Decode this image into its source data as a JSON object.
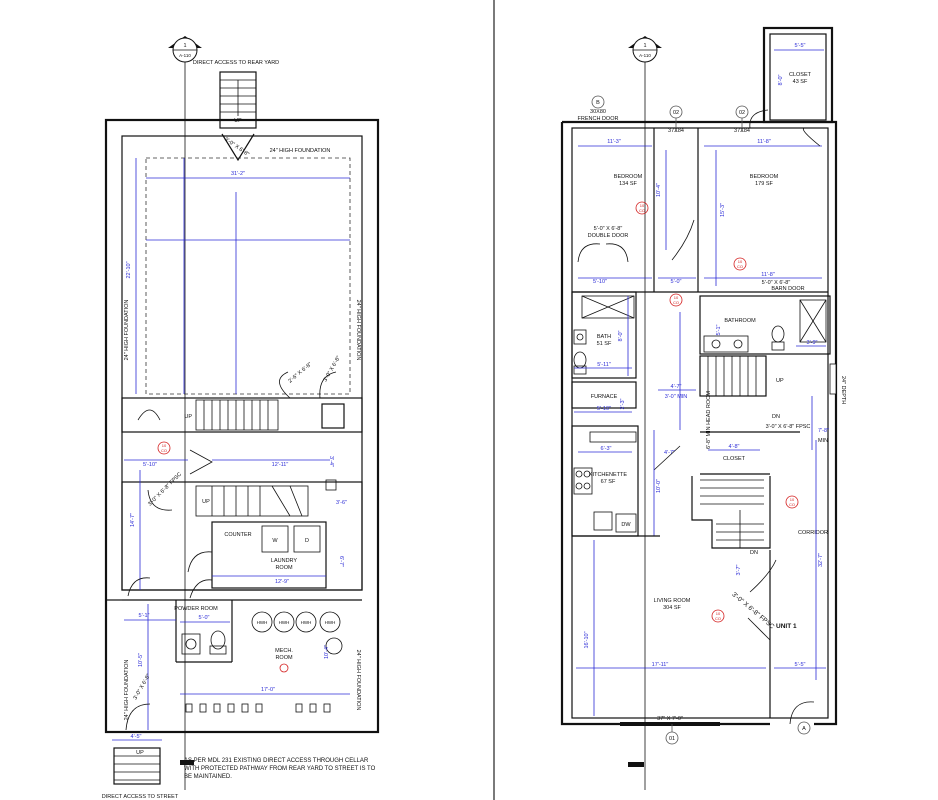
{
  "colors": {
    "line": "#111111",
    "dim": "#2b2bd6",
    "tag": "#d42020",
    "grid": "#555555"
  },
  "section_markers": {
    "left": {
      "num": "1",
      "sheet": "A-110"
    },
    "right": {
      "num": "1",
      "sheet": "A-110"
    }
  },
  "cellar": {
    "rear_access_note": "DIRECT ACCESS TO REAR YARD",
    "stair_up": "UP",
    "rear_door": "3'-0\" X 6'-8\"",
    "foundation_24": "24\" HIGH FOUNDATION",
    "dim_width": "31'-2\"",
    "dim_height": "22'-10\"",
    "side_found_left": "24\" HIGH FOUNDATION",
    "side_found_right": "24\" HIGH FOUNDATION",
    "mid_door_a": "2'-6\" X 6'-8\"",
    "mid_door_b": "3'-0\" X 6'-8\"",
    "mid_stair_up": "UP",
    "dim_5_10": "5'-10\"",
    "dim_12_11": "12'-11\"",
    "dim_3_6": "3'-6\"",
    "dim_3_4": "3'-4\"",
    "dim_14_7": "14'-7\"",
    "stair2_up": "UP",
    "stair2_door": "3'-0\" X 6'-8\" FPSC",
    "counter": "COUNTER",
    "washer": "W",
    "dryer": "D",
    "laundry_name": "LAUNDRY",
    "laundry_room": "ROOM",
    "dim_12_9": "12'-9\"",
    "dim_6_7": "6'-7\"",
    "powder_label": "POWDER ROOM",
    "dim_5_0": "5'-0\"",
    "dim_5_1": "5'-1\"",
    "dim_10_5": "10'-5\"",
    "hwh": "HWH",
    "mech_name": "MECH.",
    "mech_room": "ROOM",
    "dim_17_0": "17'-0\"",
    "dim_10_4": "10'-4\"",
    "side_found_low_left": "24\" HIGH FOUNDATION",
    "side_found_low_right": "24\" HIGH FOUNDATION",
    "front_door": "3'-0\" X 6'-8\"",
    "dim_4_5": "4'-5\"",
    "front_stair_up": "UP",
    "note_line1": "AS PER MDL 231 EXISTING DIRECT ACCESS THROUGH CELLAR",
    "note_line2": "WITH PROTECTED PATHWAY FROM REAR YARD TO STREET IS TO",
    "note_line3": "BE MAINTAINED.",
    "bottom_note": "DIRECT ACCESS TO STREET"
  },
  "first_floor": {
    "closet_dim": "5'-5\"",
    "closet_name": "CLOSET",
    "closet_area": "43 SF",
    "closet_dim_v": "8'-0\"",
    "grid_b": "B",
    "grid_02a": "02",
    "grid_02b": "02",
    "grid_01": "01",
    "grid_a": "A",
    "french_size": "30X80",
    "french_door": "FRENCH DOOR",
    "win1": "37X84",
    "win2": "37X84",
    "dim_11_3": "11'-3\"",
    "dim_11_8": "11'-8\"",
    "bed1_name": "BEDROOM",
    "bed1_area": "134 SF",
    "bed2_name": "BEDROOM",
    "bed2_area": "179 SF",
    "dim_10_4": "10'-4\"",
    "dim_15_3": "15'-3\"",
    "double_door_size": "5'-0\" X 6'-8\"",
    "double_door": "DOUBLE DOOR",
    "dim_5_10": "5'-10\"",
    "dim_5_0": "5'-0\"",
    "dim_11_8b": "11'-8\"",
    "barn_size": "5'-0\" X 6'-8\"",
    "barn_door": "BARN DOOR",
    "bath1_name": "BATH",
    "bath1_area": "51 SF",
    "dim_8_0": "8'-0\"",
    "bath2_name": "BATHROOM",
    "dim_5_1": "5'-1\"",
    "dim_5_11": "5'-11\"",
    "dim_3_9": "3'-9\"",
    "stair_up": "UP",
    "dim_2_3": "2'-3\"",
    "dim_4_7": "4'-7\"",
    "min_note": "3'-0\" MIN",
    "furnace": "FURNACE",
    "dim_5_10b": "5'-10\"",
    "headroom": "6'-8\" MIN HEAD ROOM",
    "stair_dn": "DN",
    "fpsc_door": "3'-0\" X 6'-8\" FPSC",
    "dim_7_8": "7'-8\"",
    "min_label": "MIN",
    "dim_4_8": "4'-8\"",
    "closet2": "CLOSET",
    "dim_4_7b": "4'-7\"",
    "dim_6_3": "6'-3\"",
    "kitchen_name": "KITCHENETTE",
    "kitchen_area": "67 SF",
    "dw": "DW",
    "dim_10_0": "10'-0\"",
    "corridor": "CORRIDOR",
    "dim_32_7": "32'-7\"",
    "stair2_dn": "DN",
    "dim_3_7": "3'-7\"",
    "living_name": "LIVING ROOM",
    "living_area": "304 SF",
    "unit_door": "3'-0\" X 6'-8\" FPSC",
    "unit_label": "UNIT 1",
    "dim_16_10": "16'-10\"",
    "dim_17_11": "17'-11\"",
    "dim_5_5": "5'-5\"",
    "dim_24": "24\" DEPTH",
    "window_bottom": "37\" X 7'-0\"",
    "tag_text": "10",
    "tag_sub": "CO"
  }
}
